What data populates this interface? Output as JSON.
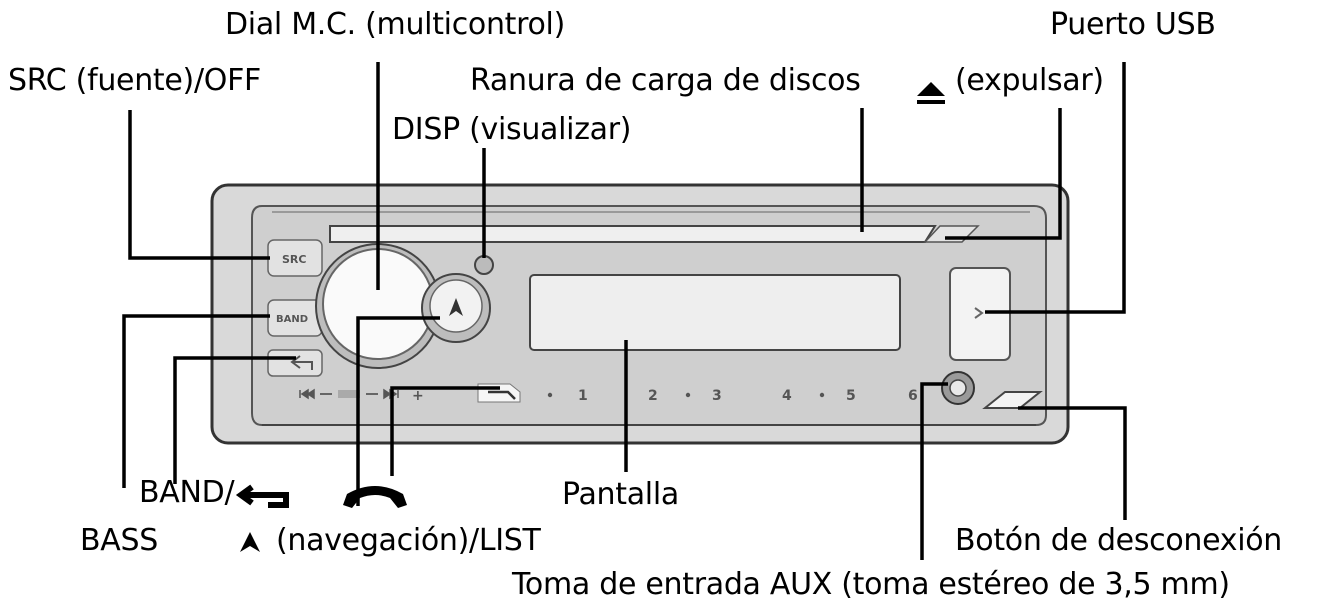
{
  "labels": {
    "dial": "Dial M.C. (multicontrol)",
    "src": "SRC (fuente)/OFF",
    "ranura": "Ranura de carga de discos",
    "eject": "(expulsar)",
    "usb": "Puerto USB",
    "disp": "DISP (visualizar)",
    "band": "BAND/",
    "bass": "BASS",
    "nav": "(navegación)/LIST",
    "pantalla": "Pantalla",
    "detach": "Botón de desconexión",
    "aux": "Toma de entrada AUX (toma estéreo de 3,5 mm)"
  },
  "panel": {
    "src_btn": "SRC",
    "band_btn": "BAND",
    "presets": [
      "1",
      "2",
      "3",
      "4",
      "5",
      "6"
    ]
  },
  "icons": [
    "eject-icon",
    "back-arrow-icon",
    "phone-icon",
    "navigation-arrow-icon",
    "usb-icon",
    "skip-back-icon",
    "skip-forward-icon"
  ],
  "colors": {
    "line": "#000000",
    "device_fill": "#d4d4d4",
    "device_stroke": "#333333"
  }
}
